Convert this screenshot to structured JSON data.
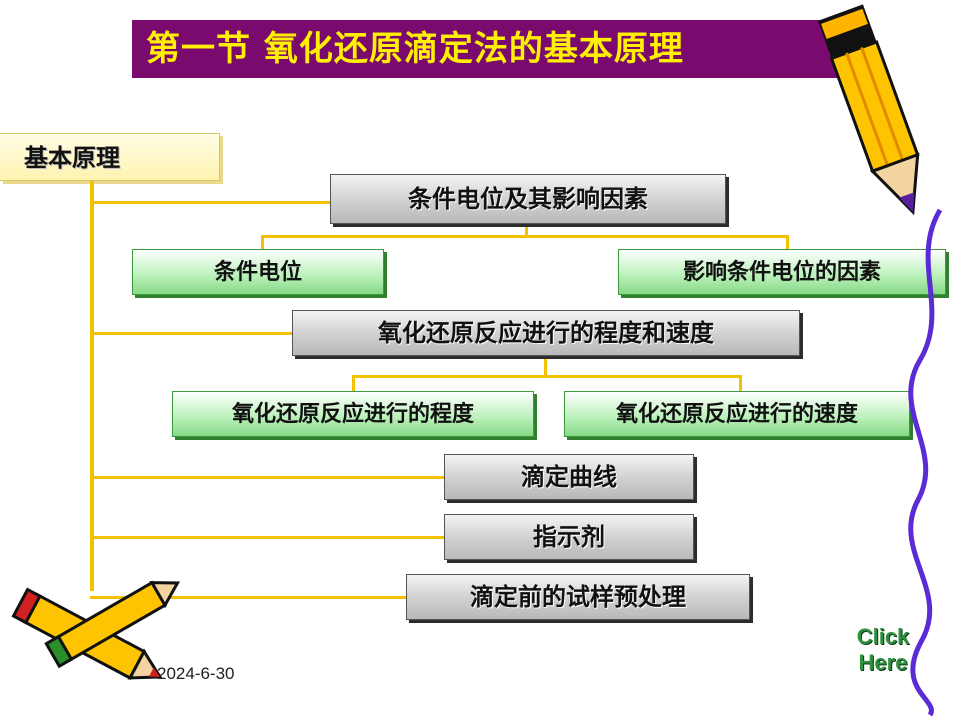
{
  "title": "第一节  氧化还原滴定法的基本原理",
  "root": "基本原理",
  "nodes": {
    "n1": "条件电位及其影响因素",
    "n1a": "条件电位",
    "n1b": "影响条件电位的因素",
    "n2": "氧化还原反应进行的程度和速度",
    "n2a": "氧化还原反应进行的程度",
    "n2b": "氧化还原反应进行的速度",
    "n3": "滴定曲线",
    "n4": "指示剂",
    "n5": "滴定前的试样预处理"
  },
  "date": "2024-6-30",
  "click_here": {
    "line1": "Click",
    "line2": "Here"
  },
  "colors": {
    "title_bg": "#7a0a6e",
    "title_text": "#ffef00",
    "connector": "#f2c200",
    "green_box": "#b8f0b8",
    "grey_box": "#cfcfcf"
  },
  "icons": [
    "pencil-icon",
    "crayons-icon",
    "click-here-button"
  ]
}
